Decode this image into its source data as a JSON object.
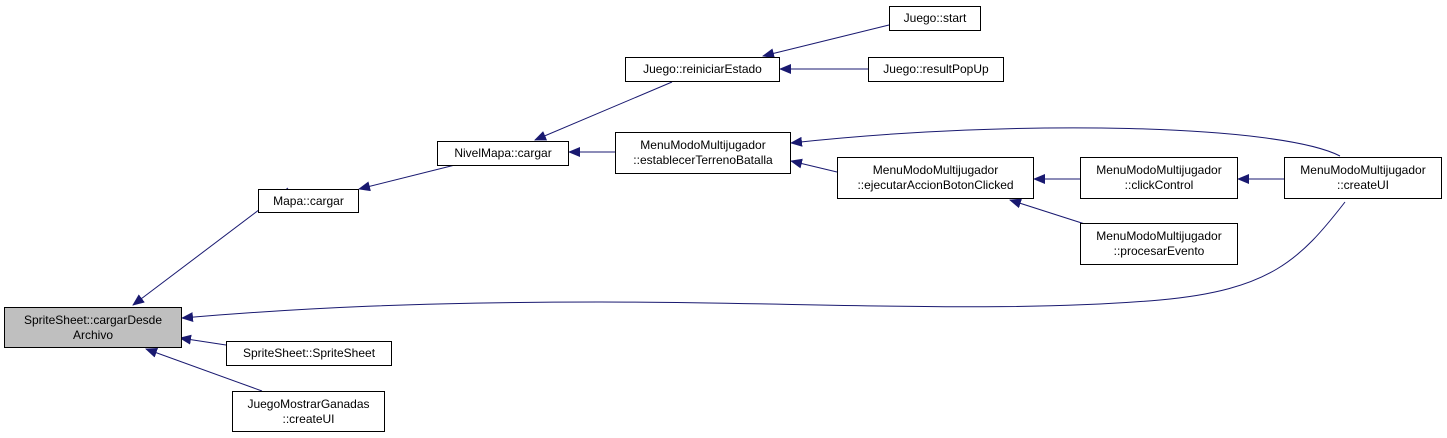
{
  "colors": {
    "edge": "#191970",
    "focus_fill": "#bfbfbf",
    "node_fill": "#ffffff",
    "node_border": "#000000"
  },
  "nodes": {
    "spritesheet_cargar": {
      "line1": "SpriteSheet::cargarDesde",
      "line2": "Archivo"
    },
    "mapa_cargar": {
      "line1": "Mapa::cargar"
    },
    "nivelmapa_cargar": {
      "line1": "NivelMapa::cargar"
    },
    "juego_reiniciar": {
      "line1": "Juego::reiniciarEstado"
    },
    "juego_start": {
      "line1": "Juego::start"
    },
    "juego_result": {
      "line1": "Juego::resultPopUp"
    },
    "menu_establecer": {
      "line1": "MenuModoMultijugador",
      "line2": "::establecerTerrenoBatalla"
    },
    "menu_ejecutar": {
      "line1": "MenuModoMultijugador",
      "line2": "::ejecutarAccionBotonClicked"
    },
    "menu_click": {
      "line1": "MenuModoMultijugador",
      "line2": "::clickControl"
    },
    "menu_procesar": {
      "line1": "MenuModoMultijugador",
      "line2": "::procesarEvento"
    },
    "menu_createui": {
      "line1": "MenuModoMultijugador",
      "line2": "::createUI"
    },
    "spritesheet_ctor": {
      "line1": "SpriteSheet::SpriteSheet"
    },
    "juegomostrar_createui": {
      "line1": "JuegoMostrarGanadas",
      "line2": "::createUI"
    }
  }
}
